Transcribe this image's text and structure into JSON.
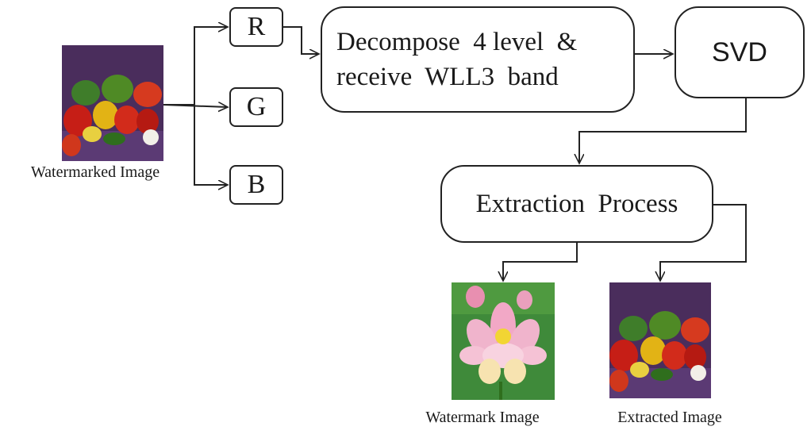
{
  "inputs": {
    "watermarked_caption": "Watermarked  Image",
    "channels": [
      "R",
      "G",
      "B"
    ]
  },
  "process": {
    "decompose_line1": "Decompose  4 level  &",
    "decompose_line2": "receive  WLL3  band",
    "svd": "SVD",
    "extraction": "Extraction  Process"
  },
  "outputs": {
    "watermark_caption": "Watermark  Image",
    "extracted_caption": "Extracted  Image"
  },
  "colors": {
    "stroke": "#222222",
    "background": "#ffffff"
  }
}
